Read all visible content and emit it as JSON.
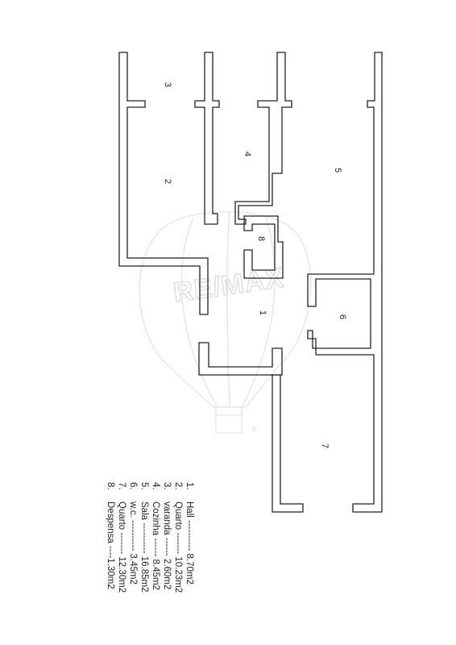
{
  "watermark": {
    "brand": "RE/MAX",
    "registered_mark": "®"
  },
  "rooms": [
    {
      "number": "1"
    },
    {
      "number": "2"
    },
    {
      "number": "3"
    },
    {
      "number": "4"
    },
    {
      "number": "5"
    },
    {
      "number": "6"
    },
    {
      "number": "7"
    },
    {
      "number": "8"
    }
  ],
  "legend": [
    {
      "num": "1.",
      "text": "Hall ---------- 8.70m2"
    },
    {
      "num": "2.",
      "text": "Quarto ------- 10.23m2"
    },
    {
      "num": "3.",
      "text": "varanda ------ 2.60m2"
    },
    {
      "num": "4.",
      "text": "Cozinha ------ 8.45m2"
    },
    {
      "num": "5.",
      "text": "Sala ---------- 16.85m2"
    },
    {
      "num": "6.",
      "text": "w.c. ---------- 3.45m2"
    },
    {
      "num": "7.",
      "text": "Quarto ------- 12.30m2"
    },
    {
      "num": "8.",
      "text": "Despensa ----1.30m2"
    }
  ]
}
